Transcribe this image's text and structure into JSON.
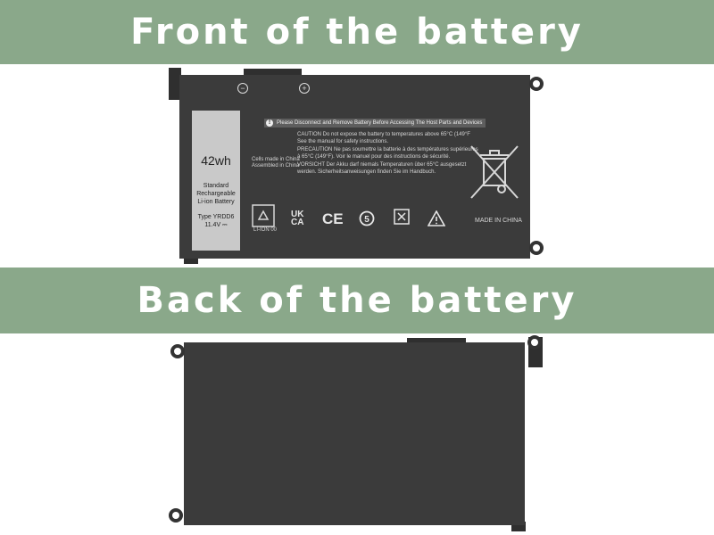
{
  "headings": {
    "front": "Front of the battery",
    "back": "Back of the battery"
  },
  "colors": {
    "banner": "#8aa88a",
    "battery": "#3b3b3b",
    "label": "#c9c9c9"
  },
  "label": {
    "capacity": "42wh",
    "line1": "Standard",
    "line2": "Rechargeable",
    "line3": "Li-ion Battery",
    "type": "Type YRDD6",
    "voltage": "11.4V ⎓"
  },
  "origin": {
    "line1": "Cells made in China",
    "line2": "Assembled in China"
  },
  "notice": "Please Disconnect and Remove Battery Before Accessing The Host Parts and Devices",
  "caution": {
    "line1": "CAUTION Do not expose the battery to temperatures above 65°C (149°F",
    "line2": "See the manual for safety instructions.",
    "line3": "PRECAUTION Ne pas soumettre la batterie à des températures supérieures",
    "line4": "à 65°C (149°F). Voir le manuel pour des instructions de sécurité.",
    "line5": "VORSICHT Der Akku darf niemals Temperaturen über 65°C ausgesetzt",
    "line6": "werden. Sicherheitsanweisungen finden Sie im Handbuch."
  },
  "marks": {
    "recycle": "LI-ION 00",
    "ukca_top": "UK",
    "ukca_bottom": "CA",
    "ce": "CE",
    "made_in": "MADE IN CHINA"
  }
}
